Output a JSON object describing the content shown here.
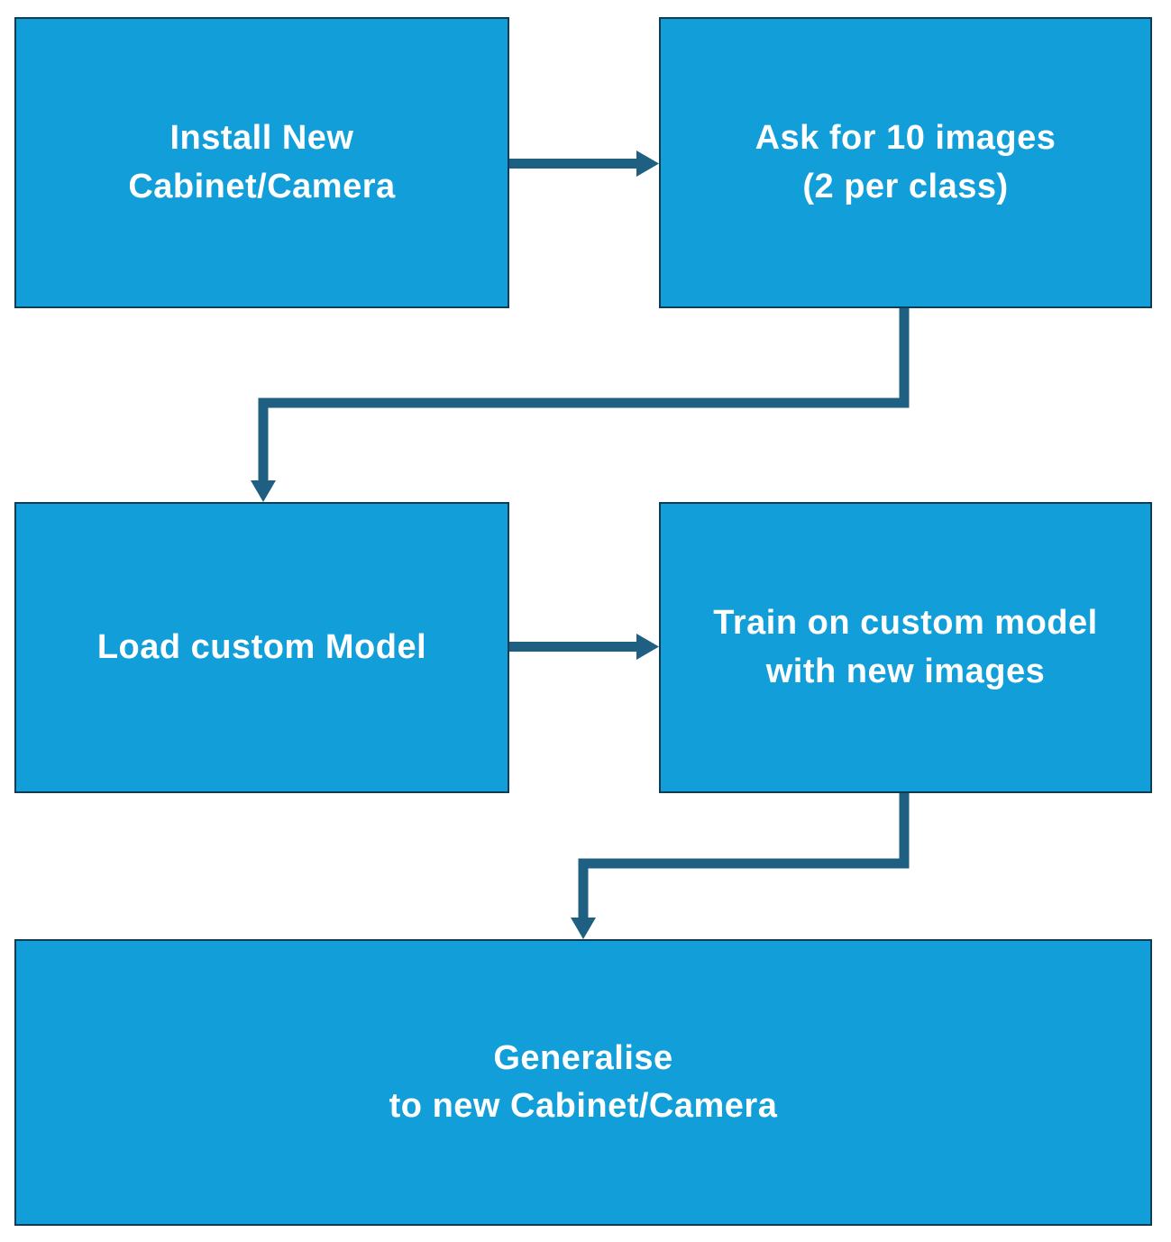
{
  "diagram": {
    "type": "flowchart",
    "nodes": [
      {
        "id": "install-new-cabinet-camera",
        "label": "Install New\nCabinet/Camera"
      },
      {
        "id": "ask-for-10-images",
        "label": "Ask for 10 images\n(2 per class)"
      },
      {
        "id": "load-custom-model",
        "label": "Load custom Model"
      },
      {
        "id": "train-on-custom-model",
        "label": "Train on custom model\nwith new images"
      },
      {
        "id": "generalise",
        "label": "Generalise\nto new Cabinet/Camera"
      }
    ],
    "edges": [
      {
        "from": "install-new-cabinet-camera",
        "to": "ask-for-10-images",
        "style": "straight-right"
      },
      {
        "from": "ask-for-10-images",
        "to": "load-custom-model",
        "style": "elbow-down-left-down"
      },
      {
        "from": "load-custom-model",
        "to": "train-on-custom-model",
        "style": "straight-right"
      },
      {
        "from": "train-on-custom-model",
        "to": "generalise",
        "style": "elbow-down-left-down"
      }
    ],
    "colors": {
      "node_fill": "#119ED9",
      "node_border": "#0E3C54",
      "arrow": "#1F5F82",
      "text": "#FFFFFF",
      "background": "#FFFFFF"
    }
  }
}
